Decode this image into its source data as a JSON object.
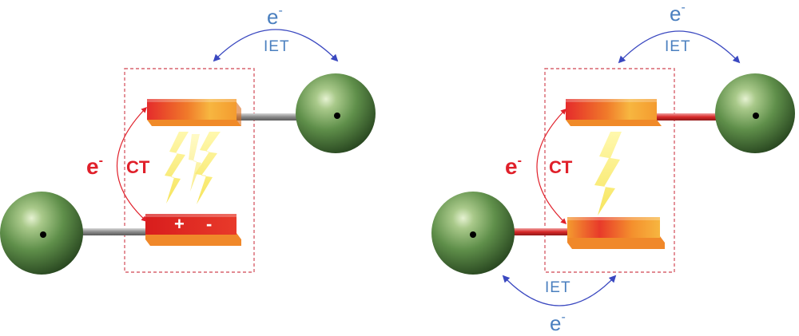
{
  "panels": [
    {
      "id": "left",
      "top_arrow": {
        "electron": "e",
        "charge": "-",
        "label": "IET"
      },
      "side_arrow": {
        "electron": "e",
        "charge": "-",
        "label": "CT"
      },
      "lower_plate_charges": [
        "+",
        "-"
      ]
    },
    {
      "id": "right",
      "top_arrow": {
        "electron": "e",
        "charge": "-",
        "label": "IET"
      },
      "side_arrow": {
        "electron": "e",
        "charge": "-",
        "label": "CT"
      },
      "bottom_arrow": {
        "electron": "e",
        "charge": "-",
        "label": "IET"
      }
    }
  ],
  "colors": {
    "arrow_blue": "#3a48c0",
    "arrow_red": "#e0202a",
    "text_blue": "#4a7fbf",
    "sphere_green": "#5f8f4a",
    "plate_red": "#e52b2b",
    "plate_orange": "#f5a030",
    "dashed_box": "#d9646e"
  }
}
